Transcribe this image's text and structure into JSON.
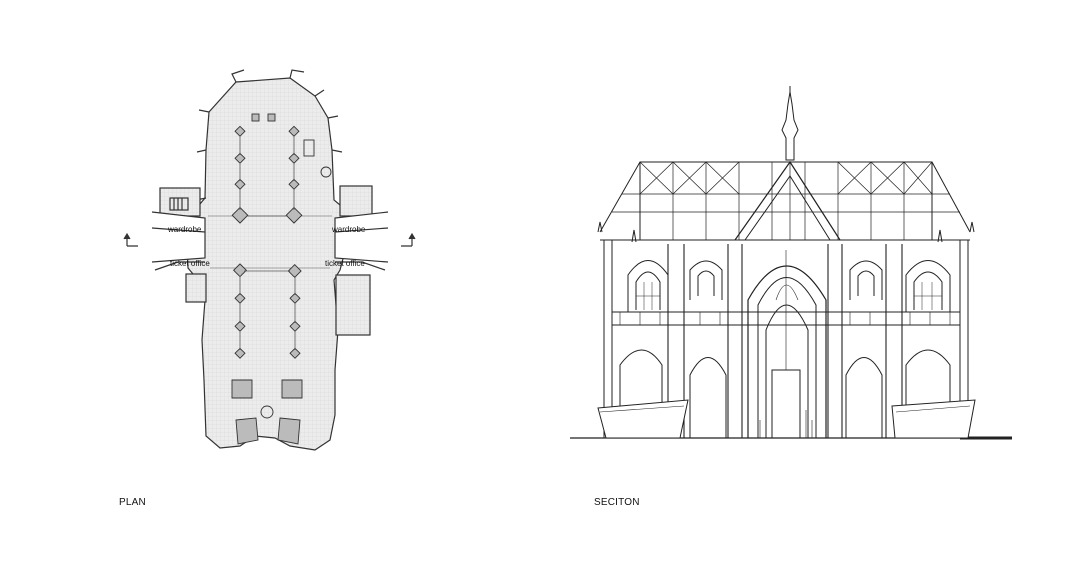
{
  "plan": {
    "caption": "PLAN",
    "labels": {
      "wardrobe_left": "wardrobe",
      "wardrobe_right": "wardrobe",
      "ticket_left": "ticket office",
      "ticket_right": "ticket office"
    }
  },
  "section": {
    "caption": "SECITON"
  },
  "colors": {
    "line": "#222222",
    "floor_fill": "#ececec",
    "grid": "#cfcfcf"
  }
}
